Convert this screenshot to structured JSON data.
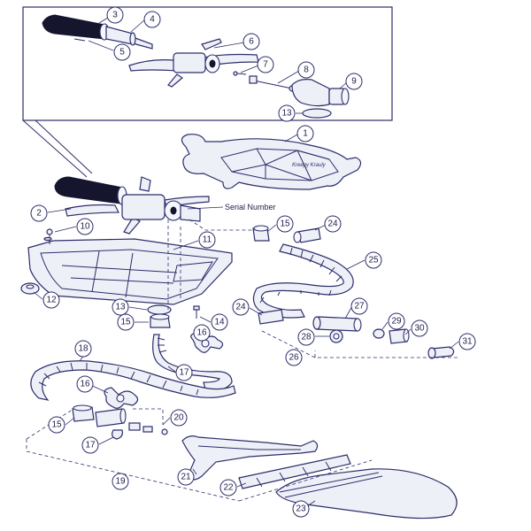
{
  "labels": {
    "serial_number": "Serial Number",
    "brand": "Kreepy Krauly"
  },
  "callouts": [
    "1",
    "2",
    "3",
    "4",
    "5",
    "6",
    "7",
    "8",
    "9",
    "10",
    "11",
    "12",
    "13",
    "14",
    "15",
    "16",
    "17",
    "18",
    "19",
    "20",
    "21",
    "22",
    "23",
    "24",
    "25",
    "26",
    "27",
    "28",
    "29",
    "30",
    "31"
  ],
  "colors": {
    "line": "#2d2d6b",
    "fill": "#eef0f8",
    "dark": "#15152e"
  }
}
